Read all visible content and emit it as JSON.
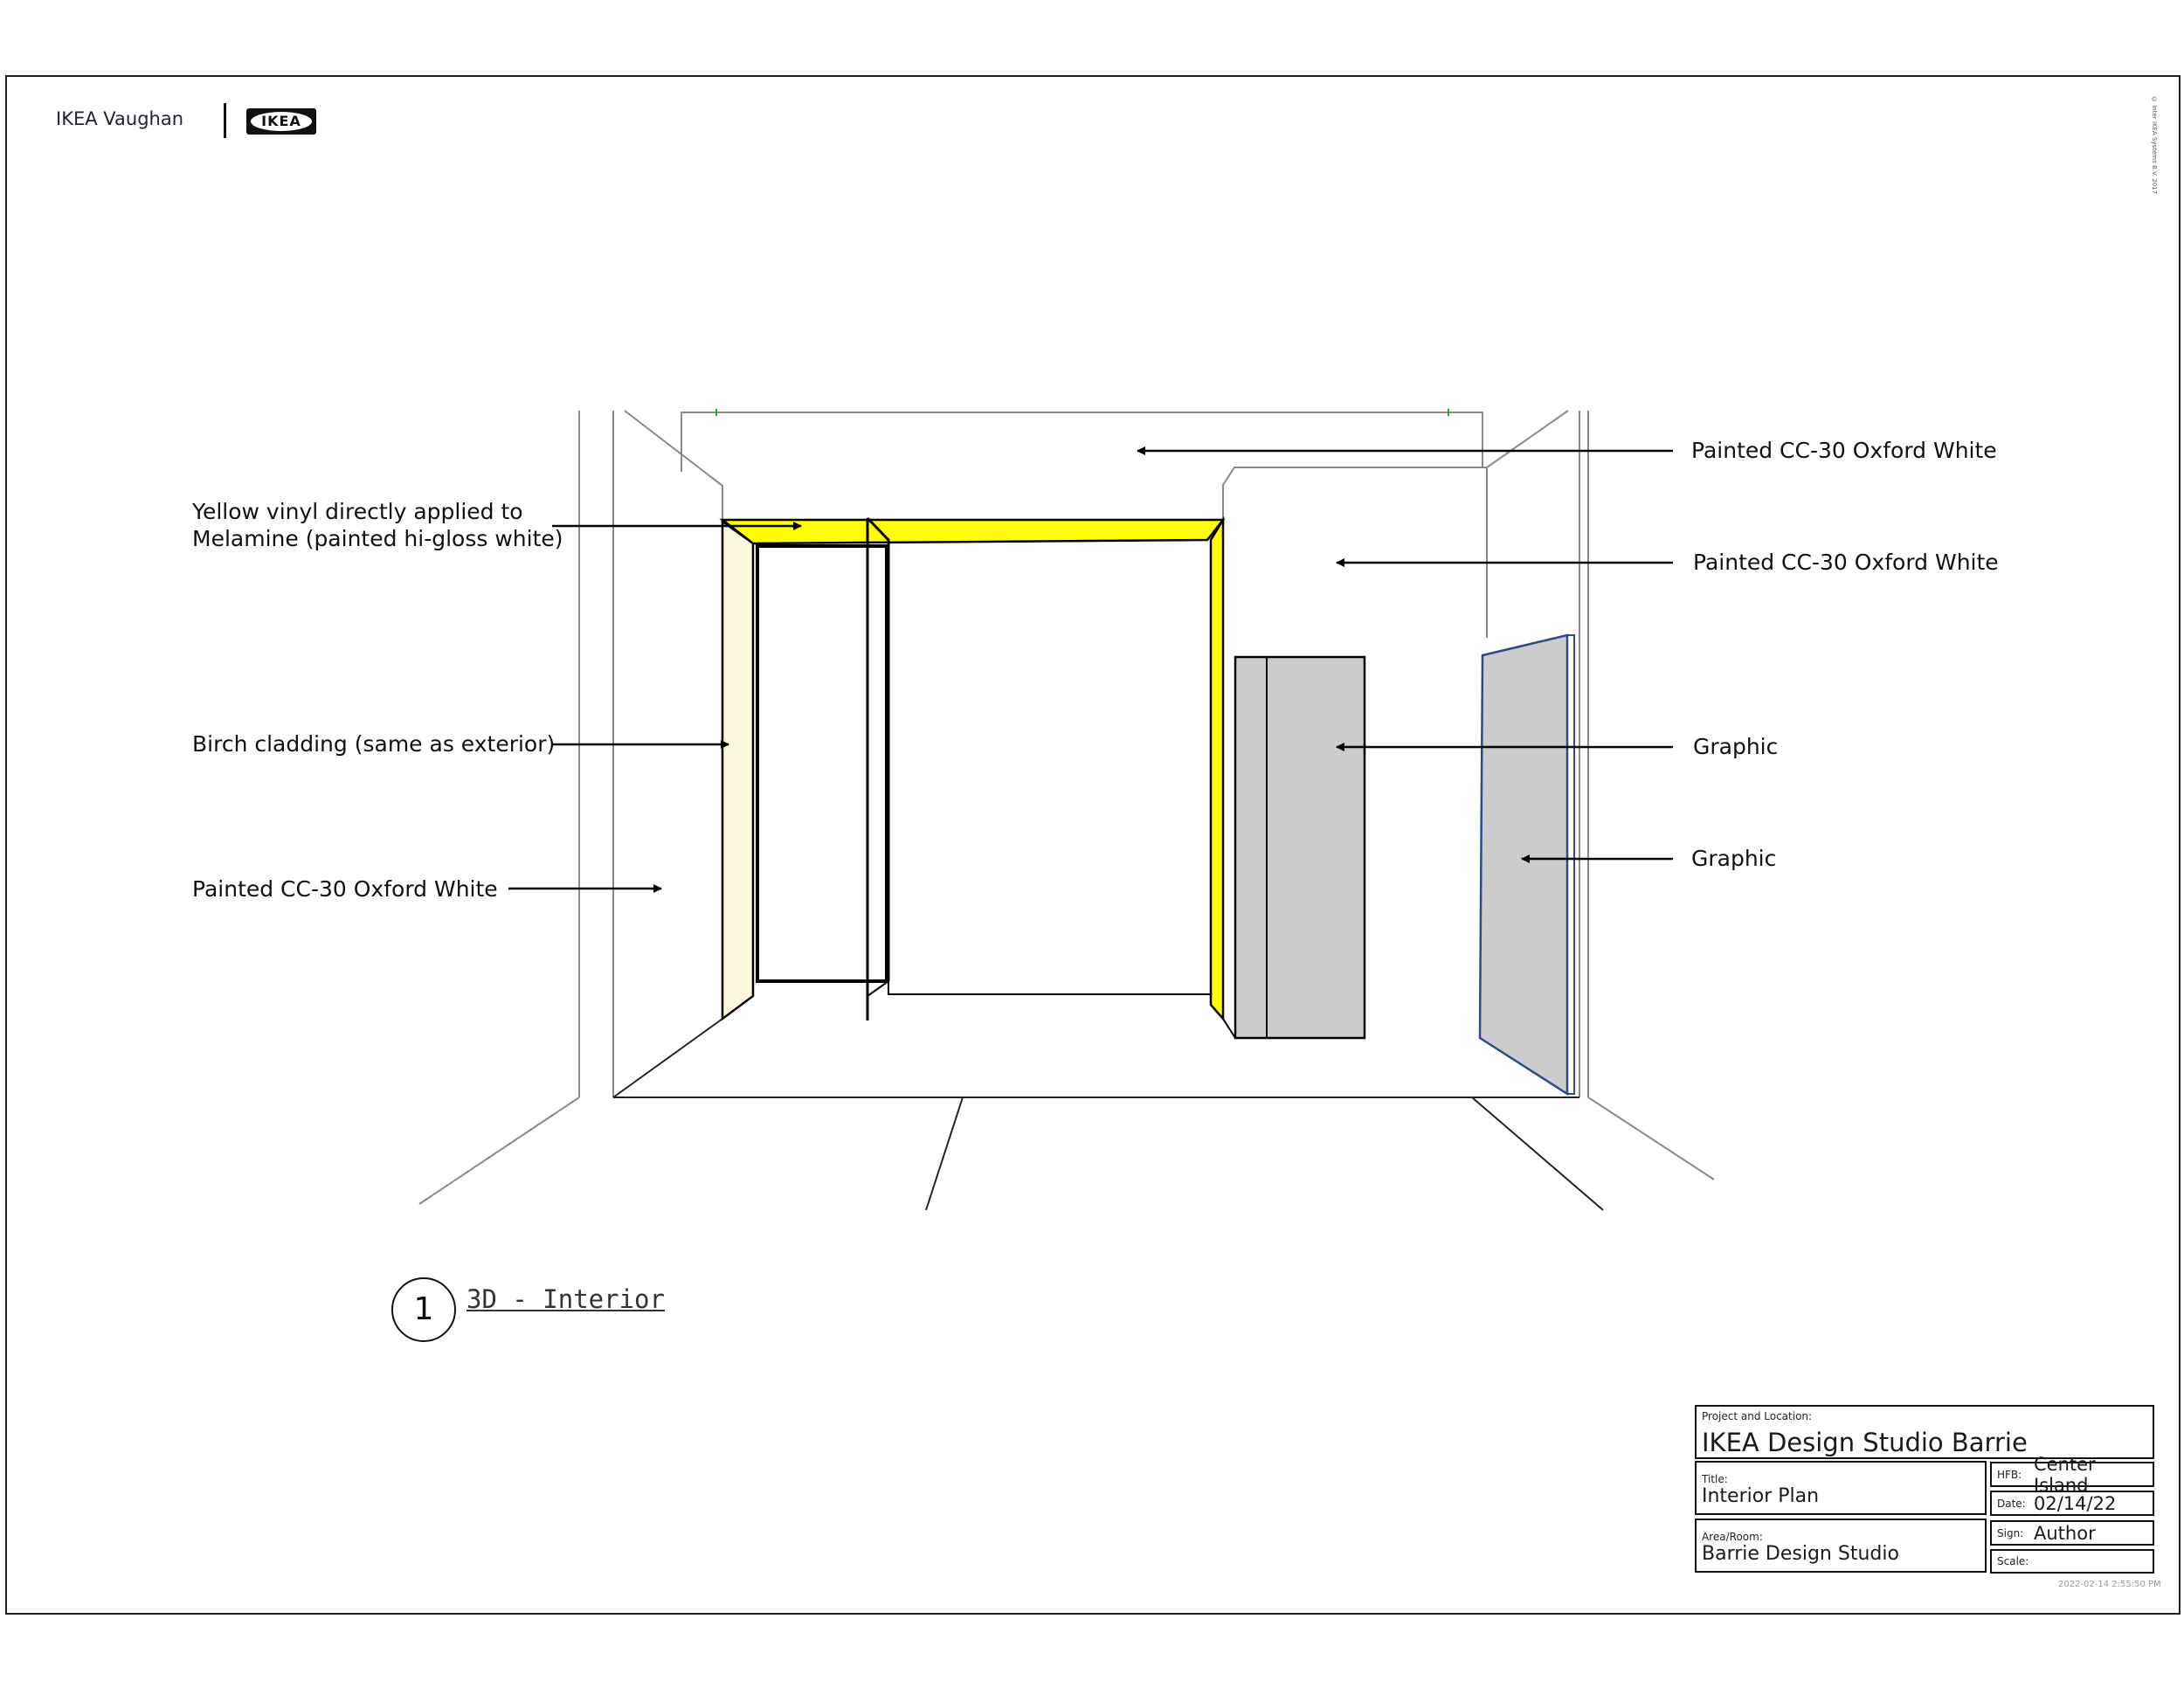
{
  "header": {
    "brand": "IKEA Vaughan",
    "logo": "IKEA",
    "copyright": "© Inter IKEA Systems B.V. 2017"
  },
  "drawing": {
    "callouts": [
      "Painted CC-30 Oxford White",
      "Painted CC-30 Oxford White",
      "Graphic",
      "Graphic",
      "Yellow vinyl directly applied to Melamine (painted hi-gloss white)",
      "Birch cladding (same as exterior)",
      "Painted CC-30 Oxford White"
    ],
    "colors": {
      "vinyl_yellow": "#ffff00",
      "birch": "#fdf5dc",
      "graphic_gray": "#cccccc",
      "graphic_edge": "#2b4a8a",
      "wall_line": "#8a8a8a"
    }
  },
  "view": {
    "number": "1",
    "title": "3D - Interior"
  },
  "title_block": {
    "project_caption": "Project and Location:",
    "project": "IKEA Design Studio Barrie",
    "title_caption": "Title:",
    "title": "Interior Plan",
    "area_caption": "Area/Room:",
    "area": "Barrie Design Studio",
    "hfb_caption": "HFB:",
    "hfb": "Center Island",
    "date_caption": "Date:",
    "date": "02/14/22",
    "sign_caption": "Sign:",
    "sign": "Author",
    "scale_caption": "Scale:",
    "scale": "",
    "timestamp": "2022-02-14 2:55:50 PM"
  }
}
